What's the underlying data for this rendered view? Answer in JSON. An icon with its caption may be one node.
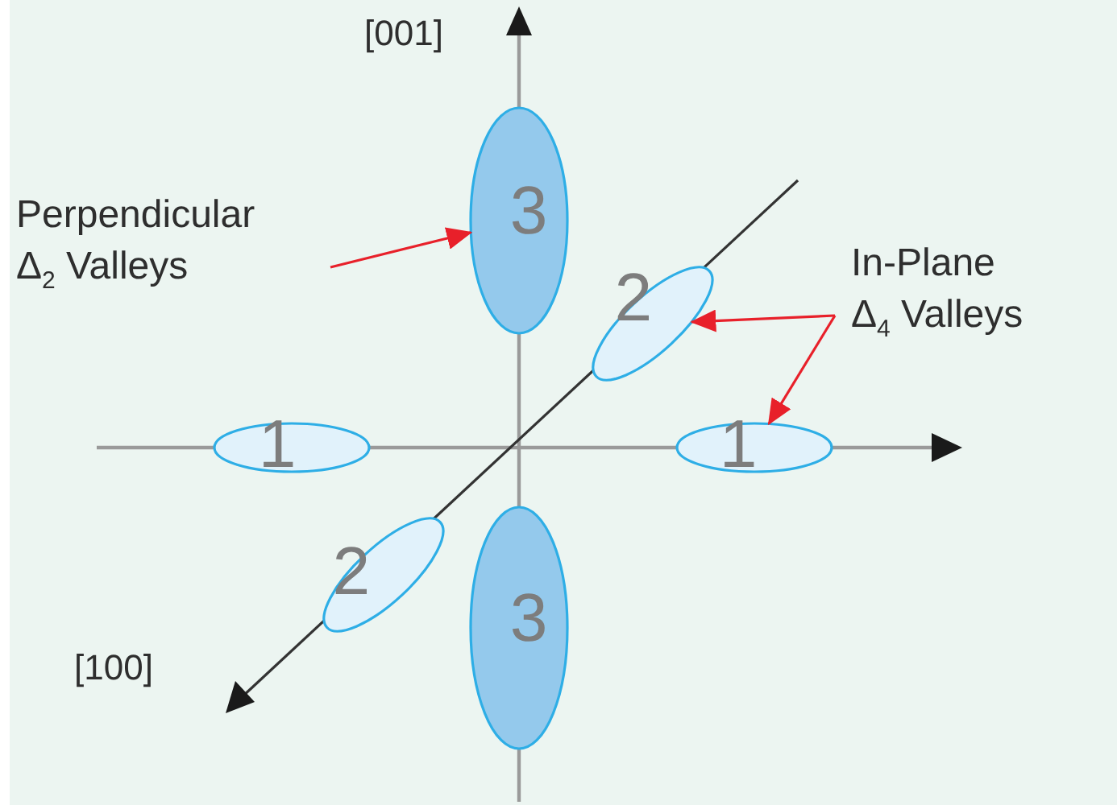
{
  "diagram": {
    "nodes": [
      {
        "text": [
          "Perpendicular Δ$_{2}$ Valleys"
        ]
      },
      {
        "text": [
          "In-Plane Δ$_{4}$ Valleys"
        ]
      },
      {
        "text": [
          "3"
        ]
      },
      {
        "text": [
          "2"
        ]
      },
      {
        "text": [
          "1"
        ]
      },
      {
        "text": [
          "1"
        ]
      },
      {
        "text": [
          "2"
        ]
      },
      {
        "text": [
          "3"
        ]
      }
    ],
    "edges": [
      {
        "from": 0,
        "to": 2,
        "arrow": "to"
      },
      {
        "from": 1,
        "to": 3,
        "arrow": "to"
      },
      {
        "from": 1,
        "to": 5,
        "arrow": "to"
      }
    ],
    "labels": [
      "[001]",
      "[100]"
    ]
  }
}
